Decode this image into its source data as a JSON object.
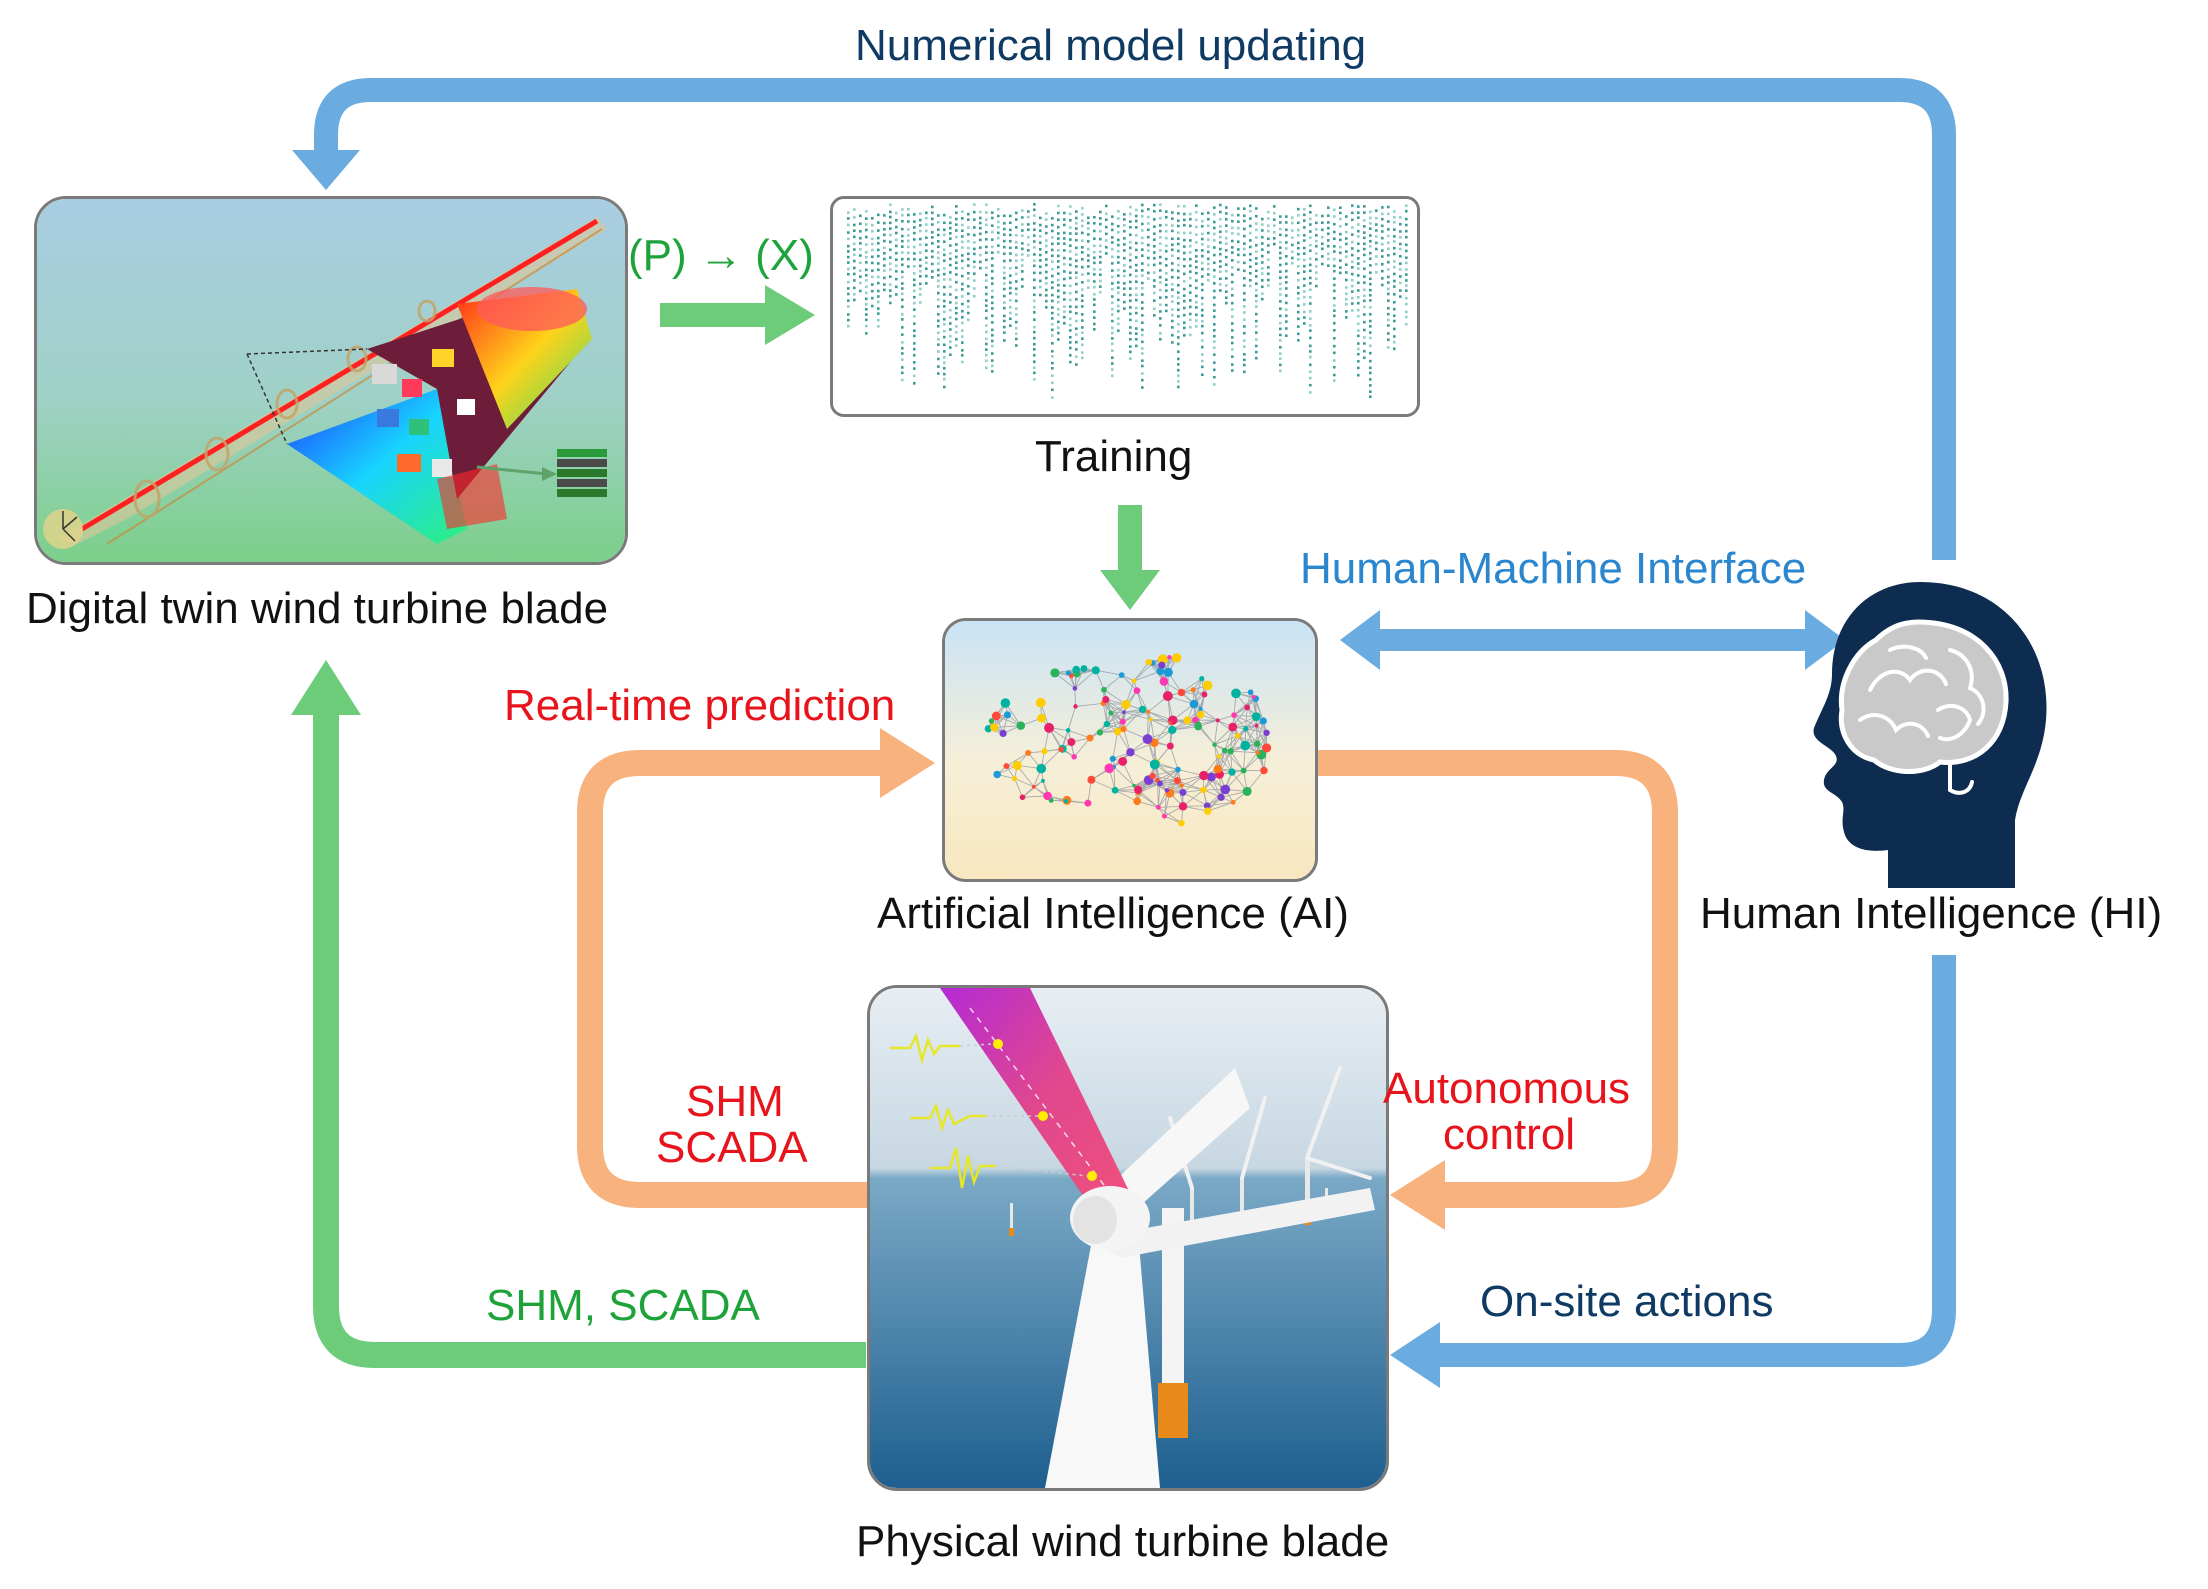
{
  "colors": {
    "blue_flow": "#6aabe0",
    "orange_flow": "#f7b27e",
    "green_flow": "#6ccc7a",
    "label_darkblue": "#0f3a63",
    "label_blue": "#2a86cf",
    "label_red": "#e8141c",
    "label_green": "#1ea33a",
    "head_navy": "#0d2c4f"
  },
  "nodes": {
    "digital_twin": {
      "caption": "Digital twin wind turbine blade"
    },
    "training": {
      "caption": "Training"
    },
    "ai": {
      "caption": "Artificial Intelligence (AI)"
    },
    "human": {
      "caption": "Human Intelligence (HI)"
    },
    "physical": {
      "caption": "Physical wind turbine blade"
    }
  },
  "edges": {
    "numerical_model_updating": "Numerical model updating",
    "p_to_x": "(P) → (X)",
    "human_machine_interface": "Human-Machine Interface",
    "real_time_prediction": "Real-time prediction",
    "shm_scada_stacked": [
      "SHM",
      "SCADA"
    ],
    "autonomous_control": [
      "Autonomous",
      "control"
    ],
    "shm_scada_green": "SHM, SCADA",
    "on_site_actions": "On-site actions"
  },
  "icons": [
    "blade-model-illustration",
    "data-matrix-illustration",
    "brain-network-illustration",
    "human-head-brain-icon",
    "offshore-wind-turbine-photo"
  ]
}
